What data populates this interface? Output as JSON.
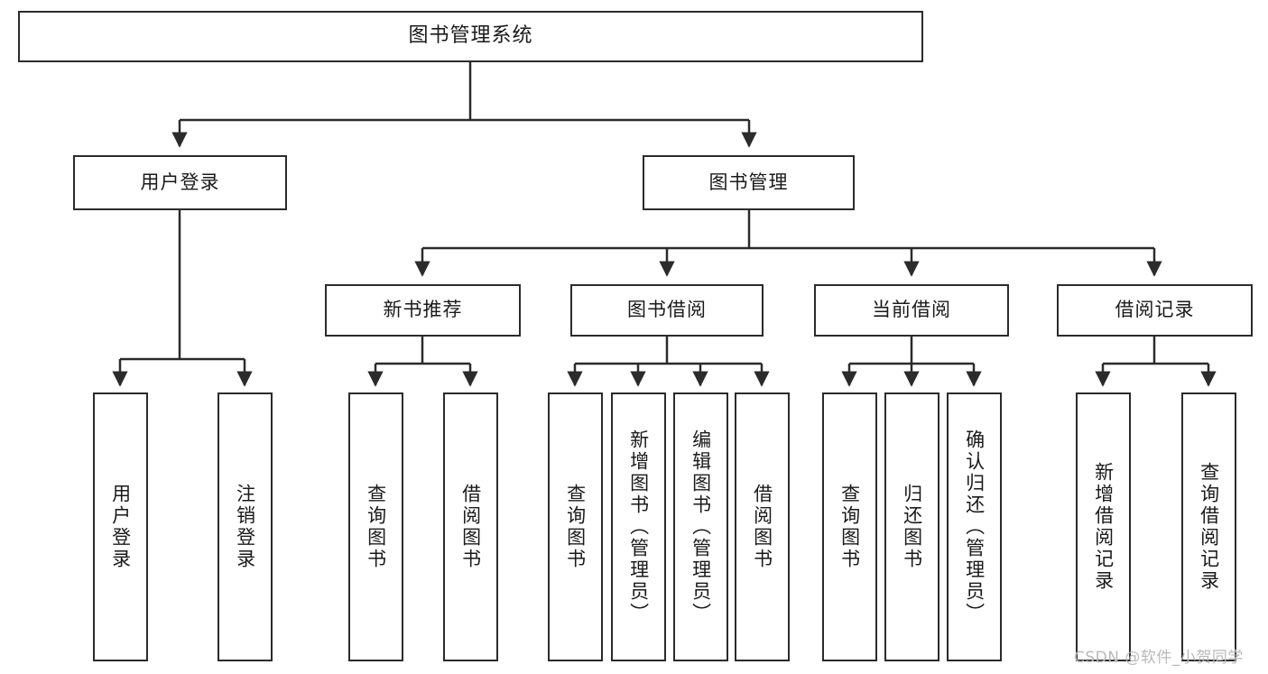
{
  "diagram": {
    "title": "图书管理系统",
    "type": "tree",
    "watermark": "CSDN @软件_小贺同学",
    "colors": {
      "border": "#2b2b2b",
      "background": "#ffffff",
      "text": "#1a1a1a",
      "watermark": "#b9b9b9"
    },
    "nodes": {
      "root": {
        "label": "图书管理系统"
      },
      "level2": [
        {
          "label": "用户登录"
        },
        {
          "label": "图书管理"
        }
      ],
      "level3": [
        {
          "label": "新书推荐"
        },
        {
          "label": "图书借阅"
        },
        {
          "label": "当前借阅"
        },
        {
          "label": "借阅记录"
        }
      ],
      "leaves": {
        "user_login": [
          {
            "label": "用户登录"
          },
          {
            "label": "注销登录"
          }
        ],
        "new_book_recommend": [
          {
            "label": "查询图书"
          },
          {
            "label": "借阅图书"
          }
        ],
        "book_borrow": [
          {
            "label": "查询图书"
          },
          {
            "label": "新增图书（管理员）"
          },
          {
            "label": "编辑图书（管理员）"
          },
          {
            "label": "借阅图书"
          }
        ],
        "current_borrow": [
          {
            "label": "查询图书"
          },
          {
            "label": "归还图书"
          },
          {
            "label": "确认归还（管理员）"
          }
        ],
        "borrow_record": [
          {
            "label": "新增借阅记录"
          },
          {
            "label": "查询借阅记录"
          }
        ]
      }
    }
  }
}
